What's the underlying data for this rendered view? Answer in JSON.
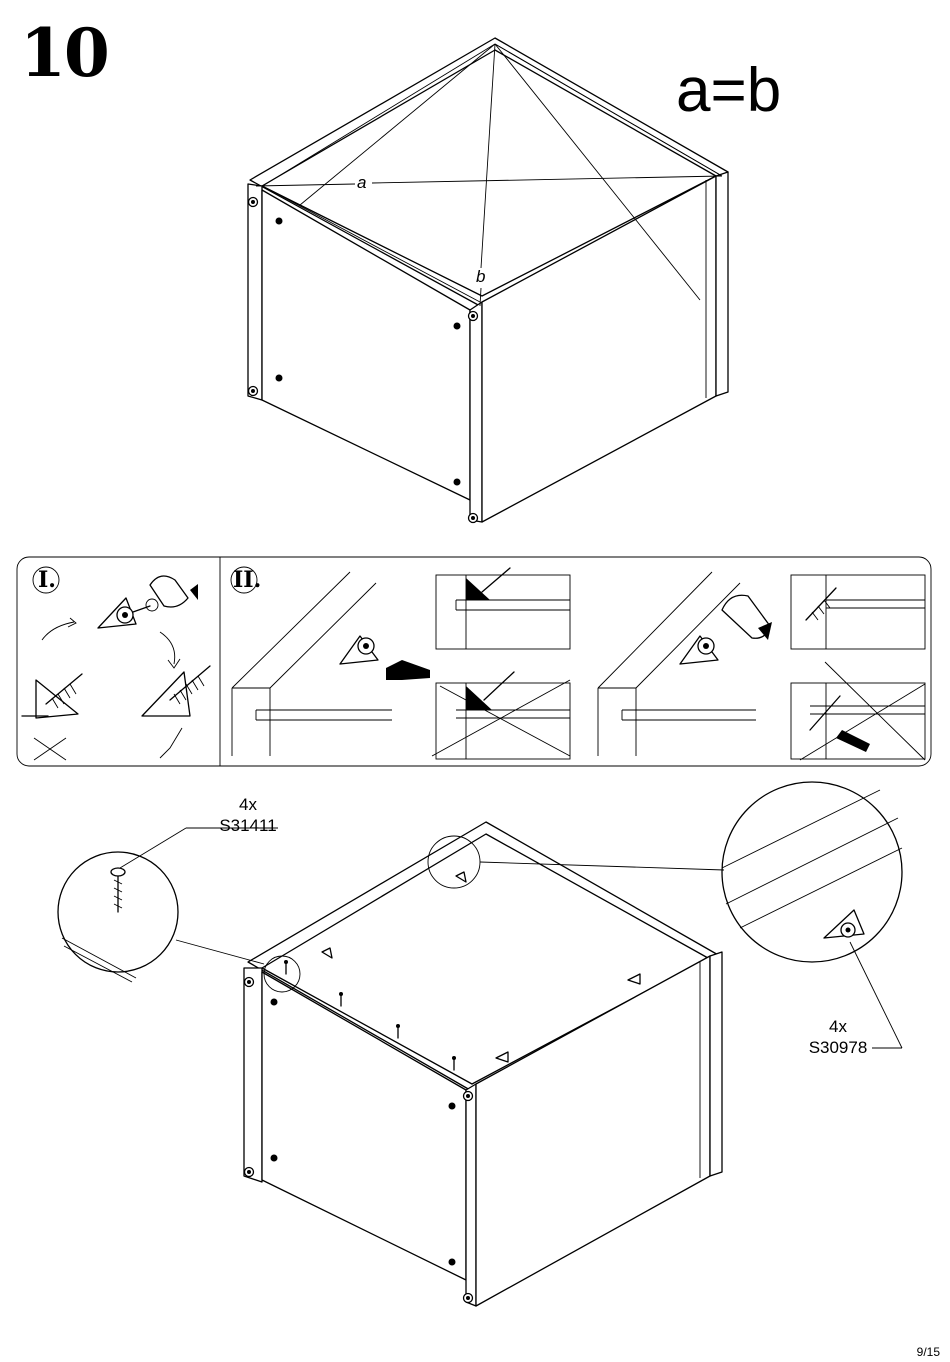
{
  "step": {
    "number": "10",
    "formula": "a=b"
  },
  "diagonals": {
    "a": "a",
    "b": "b"
  },
  "panels": {
    "panel_1": "I.",
    "panel_2": "II."
  },
  "parts": [
    {
      "qty": "4x",
      "code": "S31411",
      "icon": "screw-icon"
    },
    {
      "qty": "4x",
      "code": "S30978",
      "icon": "corner-bracket-icon"
    }
  ],
  "page": {
    "label": "9/15"
  }
}
